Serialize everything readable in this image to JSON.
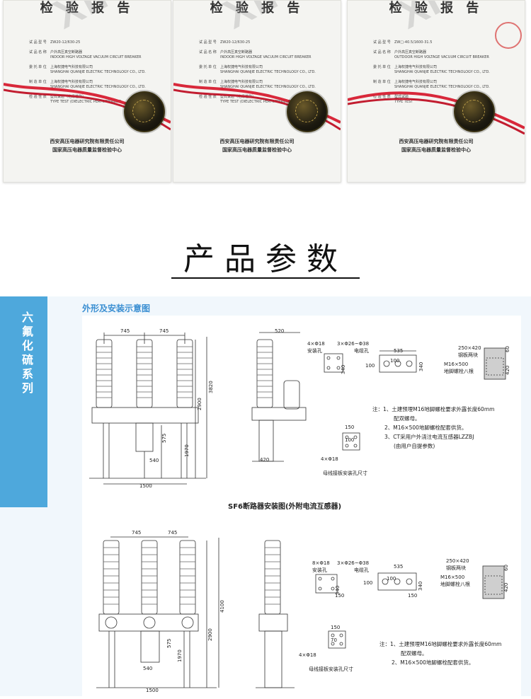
{
  "reports": [
    {
      "title": "检 验 报 告",
      "rows": [
        {
          "key": "试 品 型 号",
          "value": "ZW20-12/630-25"
        },
        {
          "key": "试 品 名 称",
          "value": "户外高压真空断路器"
        },
        {
          "key": "",
          "value": "INDOOR HIGH VOLTAGE VACUUM CIRCUIT BREAKER"
        },
        {
          "key": "委 托 单 位",
          "value": "上海权捷电气科技有限公司"
        },
        {
          "key": "",
          "value": "SHANGHAI QUANJIE ELECTRIC TECHNOLOGY CO., LTD."
        },
        {
          "key": "制 造 单 位",
          "value": "上海权捷电气科技有限公司"
        },
        {
          "key": "",
          "value": "SHANGHAI QUANJIE ELECTRIC TECHNOLOGY CO., LTD."
        },
        {
          "key": "检 验 性 质",
          "value": "型式试验（绝缘性能）"
        },
        {
          "key": "",
          "value": "TYPE TEST (DIELECTRIC PERFORMANCE)"
        }
      ],
      "watermark": "XIHARI",
      "org_cn": "西安高压电器研究院有限责任公司",
      "org_cn2": "国家高压电器质量监督检验中心"
    },
    {
      "title": "检 验 报 告",
      "rows": [
        {
          "key": "试 品 型 号",
          "value": "ZW20-12/630-25"
        },
        {
          "key": "试 品 名 称",
          "value": "户外高压真空断路器"
        },
        {
          "key": "",
          "value": "INDOOR HIGH VOLTAGE VACUUM CIRCUIT BREAKER"
        },
        {
          "key": "委 托 单 位",
          "value": "上海权捷电气科技有限公司"
        },
        {
          "key": "",
          "value": "SHANGHAI QUANJIE ELECTRIC TECHNOLOGY CO., LTD."
        },
        {
          "key": "制 造 单 位",
          "value": "上海权捷电气科技有限公司"
        },
        {
          "key": "",
          "value": "SHANGHAI QUANJIE ELECTRIC TECHNOLOGY CO., LTD."
        },
        {
          "key": "检 验 性 质",
          "value": "型式试验（绝缘性能）"
        },
        {
          "key": "",
          "value": "TYPE TEST (DIELECTRIC PERFORMANCE)"
        }
      ],
      "watermark": "XIHARI",
      "org_cn": "西安高压电器研究院有限责任公司",
      "org_cn2": "国家高压电器质量监督检验中心"
    },
    {
      "title": "检 验 报 告",
      "rows": [
        {
          "key": "试 品 型 号",
          "value": "ZW□-40.5/1600-31.5"
        },
        {
          "key": "试 品 名 称",
          "value": "户外高压真空断路器"
        },
        {
          "key": "",
          "value": "OUTDOOR HIGH VOLTAGE VACUUM CIRCUIT BREAKER"
        },
        {
          "key": "委 托 单 位",
          "value": "上海权捷电气科技有限公司"
        },
        {
          "key": "",
          "value": "SHANGHAI QUANJIE ELECTRIC TECHNOLOGY CO., LTD."
        },
        {
          "key": "制 造 单 位",
          "value": "上海权捷电气科技有限公司"
        },
        {
          "key": "",
          "value": "SHANGHAI QUANJIE ELECTRIC TECHNOLOGY CO., LTD."
        },
        {
          "key": "检 验 性 质",
          "value": "型式试验"
        },
        {
          "key": "",
          "value": "TYPE TEST"
        }
      ],
      "watermark": "XIHARI",
      "org_cn": "西安高压电器研究院有限责任公司",
      "org_cn2": "国家高压电器质量监督检验中心"
    }
  ],
  "section_title": "产品参数",
  "side_tab": {
    "label": "六氟化硫系列"
  },
  "drawing": {
    "heading": "外形及安装示意图",
    "caption1": "SF6断路器安装图(外附电流互感器)",
    "dims": {
      "d745": "745",
      "d520": "520",
      "d1500": "1500",
      "d2900": "2900",
      "d3820": "3820",
      "d4100": "4100",
      "d1970": "1970",
      "d575": "575",
      "d540": "540",
      "d420": "420",
      "d535": "535",
      "d100": "100",
      "d340": "340",
      "d150": "150",
      "d70": "70",
      "d250x420": "250×420",
      "d60": "60",
      "holes4": "4×Φ18",
      "holes8": "8×Φ18",
      "holes3": "3×Φ26~Φ38"
    },
    "labels": {
      "mount_hole": "安装孔",
      "cable_hole": "电缆孔",
      "steel_block": "钢板两块",
      "bolt8": "地脚螺栓八根",
      "busbar_holes": "母线接板安装孔尺寸",
      "m16": "M16×500"
    },
    "notes1": [
      "注：1、土建预埋M16地脚螺栓要求外露长度60mm",
      "配双螺母。",
      "2、M16×500地脚螺栓配套供货。",
      "3、CT采用户外浇注电流互感器LZZBJ",
      "(由用户自提参数)"
    ],
    "notes2": [
      "注：1、土建预埋M16地脚螺栓要求外露长度60mm",
      "配双螺母。",
      "2、M16×500地脚螺栓配套供货。"
    ]
  },
  "colors": {
    "accent": "#4ea8dc",
    "heading": "#3b8fd2",
    "ribbon": "#d8283a"
  }
}
